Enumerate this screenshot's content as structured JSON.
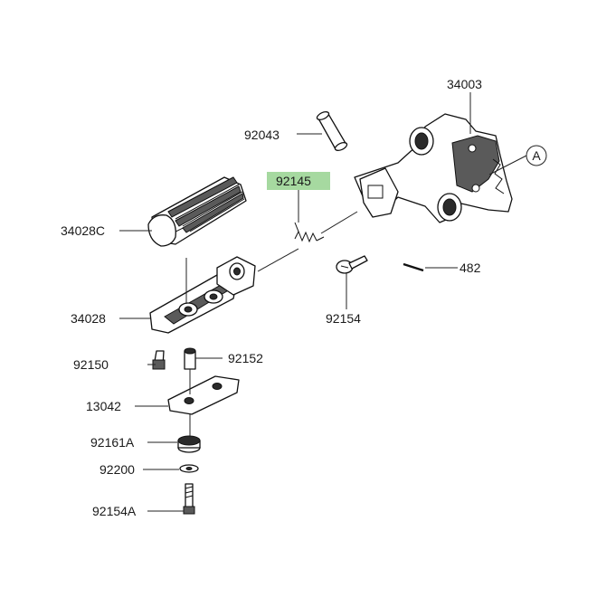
{
  "highlight_color": "#a6d9a0",
  "ref_marker": "A",
  "labels": {
    "p34003": "34003",
    "p92043": "92043",
    "p92145": "92145",
    "p34028c": "34028C",
    "p34028": "34028",
    "p482": "482",
    "p92154": "92154",
    "p92150": "92150",
    "p92152": "92152",
    "p13042": "13042",
    "p92161a": "92161A",
    "p92200": "92200",
    "p92154a": "92154A"
  }
}
